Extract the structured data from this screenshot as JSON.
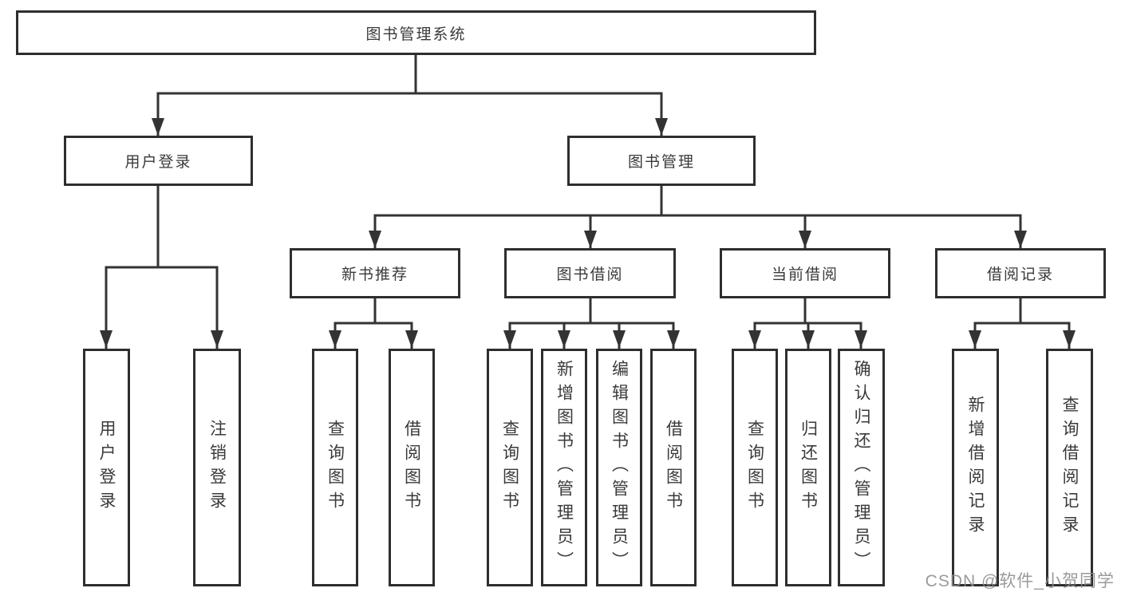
{
  "tree": {
    "root": "图书管理系统",
    "level2": [
      {
        "label": "用户登录",
        "children": [
          "用户登录",
          "注销登录"
        ]
      },
      {
        "label": "图书管理",
        "modules": [
          {
            "label": "新书推荐",
            "children": [
              "查询图书",
              "借阅图书"
            ]
          },
          {
            "label": "图书借阅",
            "children": [
              "查询图书",
              "新增图书（管理员）",
              "编辑图书（管理员）",
              "借阅图书"
            ]
          },
          {
            "label": "当前借阅",
            "children": [
              "查询图书",
              "归还图书",
              "确认归还（管理员）"
            ]
          },
          {
            "label": "借阅记录",
            "children": [
              "新增借阅记录",
              "查询借阅记录"
            ]
          }
        ]
      }
    ]
  },
  "watermark": "CSDN @软件_小贺同学",
  "colors": {
    "line": "#333333",
    "box_border": "#2e2e2e",
    "text": "#3a3a3a",
    "watermark": "#8c8c8c",
    "background": "#ffffff"
  }
}
